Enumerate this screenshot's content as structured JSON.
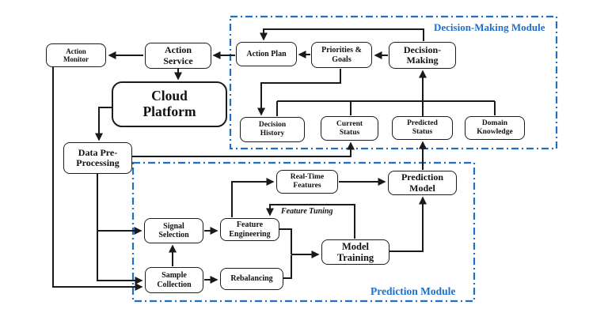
{
  "diagram": {
    "colors": {
      "module_accent": "#1e6fc8",
      "line_ink": "#1a1a1a",
      "node_fill": "#ffffff",
      "node_border": "#1c1c1c"
    },
    "modules": {
      "decision": {
        "label": "Decision-Making Module"
      },
      "prediction": {
        "label": "Prediction Module"
      }
    },
    "nodes": {
      "action_monitor": {
        "line1": "Action",
        "line2": "Monitor"
      },
      "action_service": {
        "line1": "Action",
        "line2": "Service"
      },
      "cloud_platform": {
        "line1": "Cloud",
        "line2": "Platform"
      },
      "data_preprocessing": {
        "line1": "Data Pre-",
        "line2": "Processing"
      },
      "action_plan": {
        "line1": "Action Plan"
      },
      "priorities_goals": {
        "line1": "Priorities &",
        "line2": "Goals"
      },
      "decision_making": {
        "line1": "Decision-",
        "line2": "Making"
      },
      "decision_history": {
        "line1": "Decision",
        "line2": "History"
      },
      "current_status": {
        "line1": "Current",
        "line2": "Status"
      },
      "predicted_status": {
        "line1": "Predicted",
        "line2": "Status"
      },
      "domain_knowledge": {
        "line1": "Domain",
        "line2": "Knowledge"
      },
      "real_time_features": {
        "line1": "Real-Time",
        "line2": "Features"
      },
      "prediction_model": {
        "line1": "Prediction",
        "line2": "Model"
      },
      "signal_selection": {
        "line1": "Signal",
        "line2": "Selection"
      },
      "feature_engineering": {
        "line1": "Feature",
        "line2": "Engineering"
      },
      "model_training": {
        "line1": "Model",
        "line2": "Training"
      },
      "sample_collection": {
        "line1": "Sample",
        "line2": "Collection"
      },
      "rebalancing": {
        "line1": "Rebalancing"
      }
    },
    "annotations": {
      "feature_tuning": "Feature Tuning"
    },
    "edges": [
      {
        "from": "action_service",
        "to": "action_monitor"
      },
      {
        "from": "action_plan",
        "to": "action_service"
      },
      {
        "from": "priorities_goals",
        "to": "action_plan"
      },
      {
        "from": "decision_making",
        "to": "priorities_goals"
      },
      {
        "from": "decision_making",
        "to": "action_plan"
      },
      {
        "from": "action_service",
        "to": "cloud_platform"
      },
      {
        "from": "cloud_platform",
        "to": "data_preprocessing"
      },
      {
        "from": "priorities_goals",
        "to": "decision_history"
      },
      {
        "from": "decision_history",
        "to": "decision_making"
      },
      {
        "from": "current_status",
        "to": "decision_making"
      },
      {
        "from": "predicted_status",
        "to": "decision_making"
      },
      {
        "from": "domain_knowledge",
        "to": "decision_making"
      },
      {
        "from": "data_preprocessing",
        "to": "current_status"
      },
      {
        "from": "prediction_model",
        "to": "predicted_status"
      },
      {
        "from": "action_monitor",
        "to": "sample_collection"
      },
      {
        "from": "data_preprocessing",
        "to": "signal_selection"
      },
      {
        "from": "data_preprocessing",
        "to": "sample_collection"
      },
      {
        "from": "sample_collection",
        "to": "signal_selection"
      },
      {
        "from": "sample_collection",
        "to": "rebalancing"
      },
      {
        "from": "signal_selection",
        "to": "feature_engineering"
      },
      {
        "from": "feature_engineering",
        "to": "real_time_features"
      },
      {
        "from": "real_time_features",
        "to": "prediction_model"
      },
      {
        "from": "feature_engineering",
        "to": "model_training"
      },
      {
        "from": "rebalancing",
        "to": "model_training"
      },
      {
        "from": "model_training",
        "to": "prediction_model"
      },
      {
        "from": "model_training",
        "to": "feature_engineering",
        "label": "Feature Tuning"
      }
    ]
  }
}
